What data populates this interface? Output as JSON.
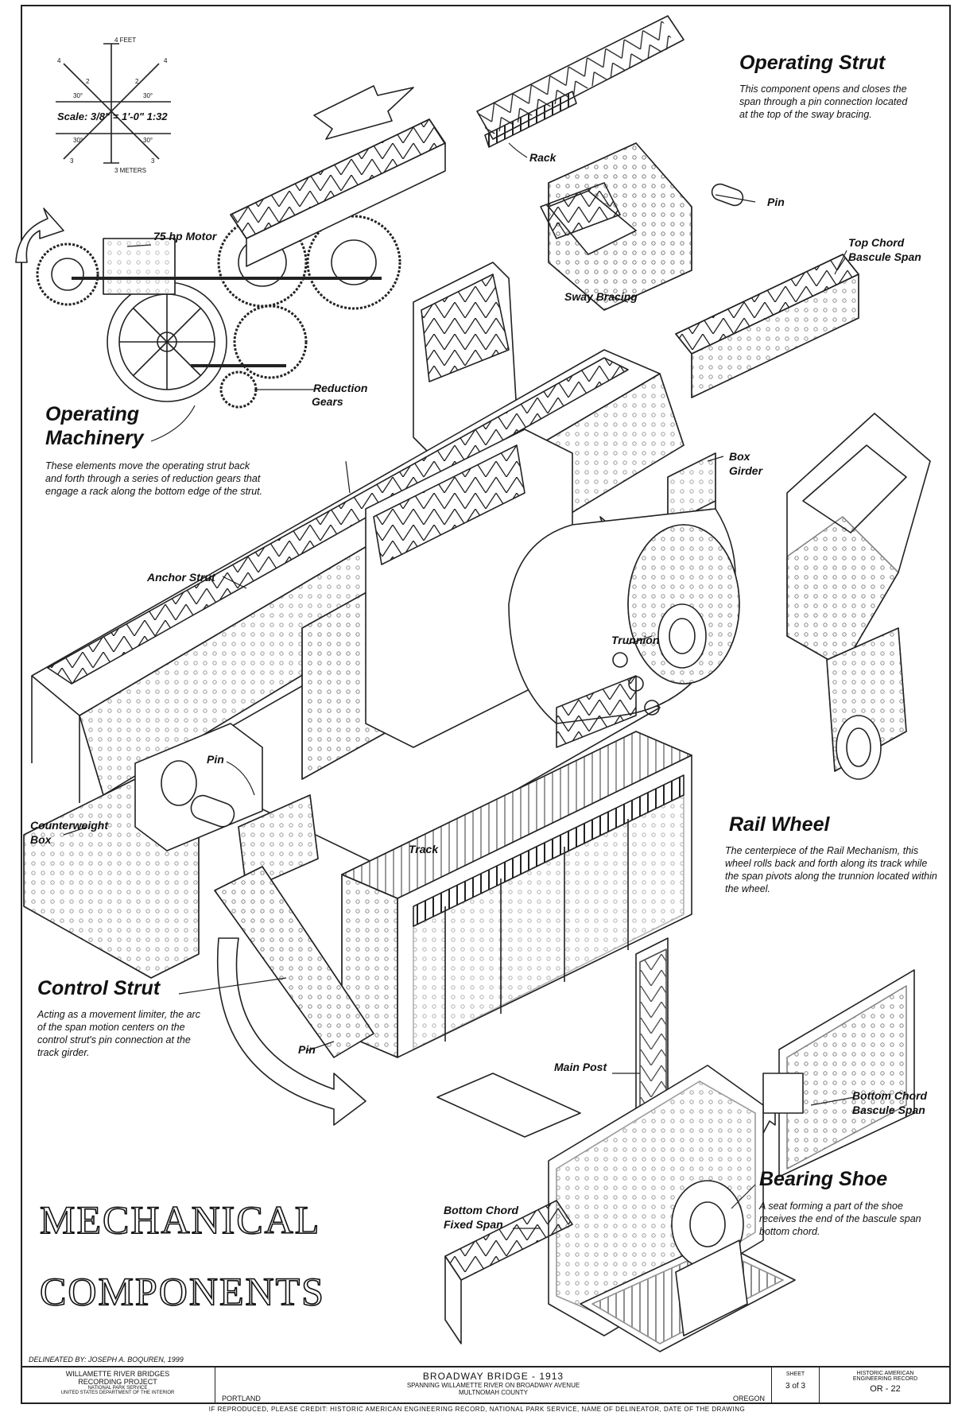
{
  "scale": {
    "feet_label": "4 FEET",
    "meters_label": "3 METERS",
    "scale_text": "Scale: 3/8\" = 1'-0\"  1:32",
    "angle": "30°",
    "tick_4": "4",
    "tick_2": "2",
    "tick_3": "3"
  },
  "callouts": {
    "operating_strut": {
      "title": "Operating Strut",
      "text": "This component opens and closes the span through a pin connection located at the top of the sway bracing."
    },
    "operating_machinery": {
      "title_line1": "Operating",
      "title_line2": "Machinery",
      "text": "These elements move the operating strut back and forth through a series of reduction gears that engage a rack along the bottom edge of the strut."
    },
    "rail_wheel": {
      "title": "Rail Wheel",
      "text": "The centerpiece of the Rail Mechanism, this wheel rolls back and forth along its track while the span pivots along the trunnion located within the wheel."
    },
    "control_strut": {
      "title": "Control Strut",
      "text": "Acting as a movement limiter, the arc of the span motion centers on the control strut's pin connection at the track girder."
    },
    "bearing_shoe": {
      "title": "Bearing Shoe",
      "text": "A seat forming a part of the shoe receives the end of the bascule span bottom chord."
    }
  },
  "labels": {
    "rack": "Rack",
    "pin_top": "Pin",
    "top_chord_line1": "Top Chord",
    "top_chord_line2": "Bascule Span",
    "sway_bracing": "Sway Bracing",
    "motor": "75 hp Motor",
    "reduction_line1": "Reduction",
    "reduction_line2": "Gears",
    "box_girder_line1": "Box",
    "box_girder_line2": "Girder",
    "anchor_strut": "Anchor Strut",
    "trunnion": "Trunnion",
    "pin_mid": "Pin",
    "counterweight_line1": "Counterweight",
    "counterweight_line2": "Box",
    "track": "Track",
    "pin_low": "Pin",
    "main_post": "Main Post",
    "bottom_chord_bascule_line1": "Bottom Chord",
    "bottom_chord_bascule_line2": "Bascule Span",
    "bottom_chord_fixed_line1": "Bottom Chord",
    "bottom_chord_fixed_line2": "Fixed Span"
  },
  "heading": {
    "line1": "MECHANICAL",
    "line2": "COMPONENTS"
  },
  "title_block": {
    "delineated": "DELINEATED BY:  JOSEPH A. BOQUREN, 1999",
    "project_line1": "WILLAMETTE RIVER BRIDGES",
    "project_line2": "RECORDING PROJECT",
    "project_line3": "NATIONAL PARK SERVICE",
    "project_line4": "UNITED STATES DEPARTMENT OF THE INTERIOR",
    "city": "PORTLAND",
    "bridge": "BROADWAY BRIDGE - 1913",
    "spanning": "SPANNING WILLAMETTE RIVER ON BROADWAY AVENUE",
    "county": "MULTNOMAH COUNTY",
    "state": "OREGON",
    "sheet_label": "SHEET",
    "sheet_value": "3 of 3",
    "haer_line1": "HISTORIC AMERICAN",
    "haer_line2": "ENGINEERING RECORD",
    "haer_number": "OR - 22",
    "credit": "IF REPRODUCED, PLEASE CREDIT: HISTORIC AMERICAN ENGINEERING RECORD, NATIONAL PARK SERVICE, NAME OF DELINEATOR, DATE OF THE DRAWING"
  }
}
